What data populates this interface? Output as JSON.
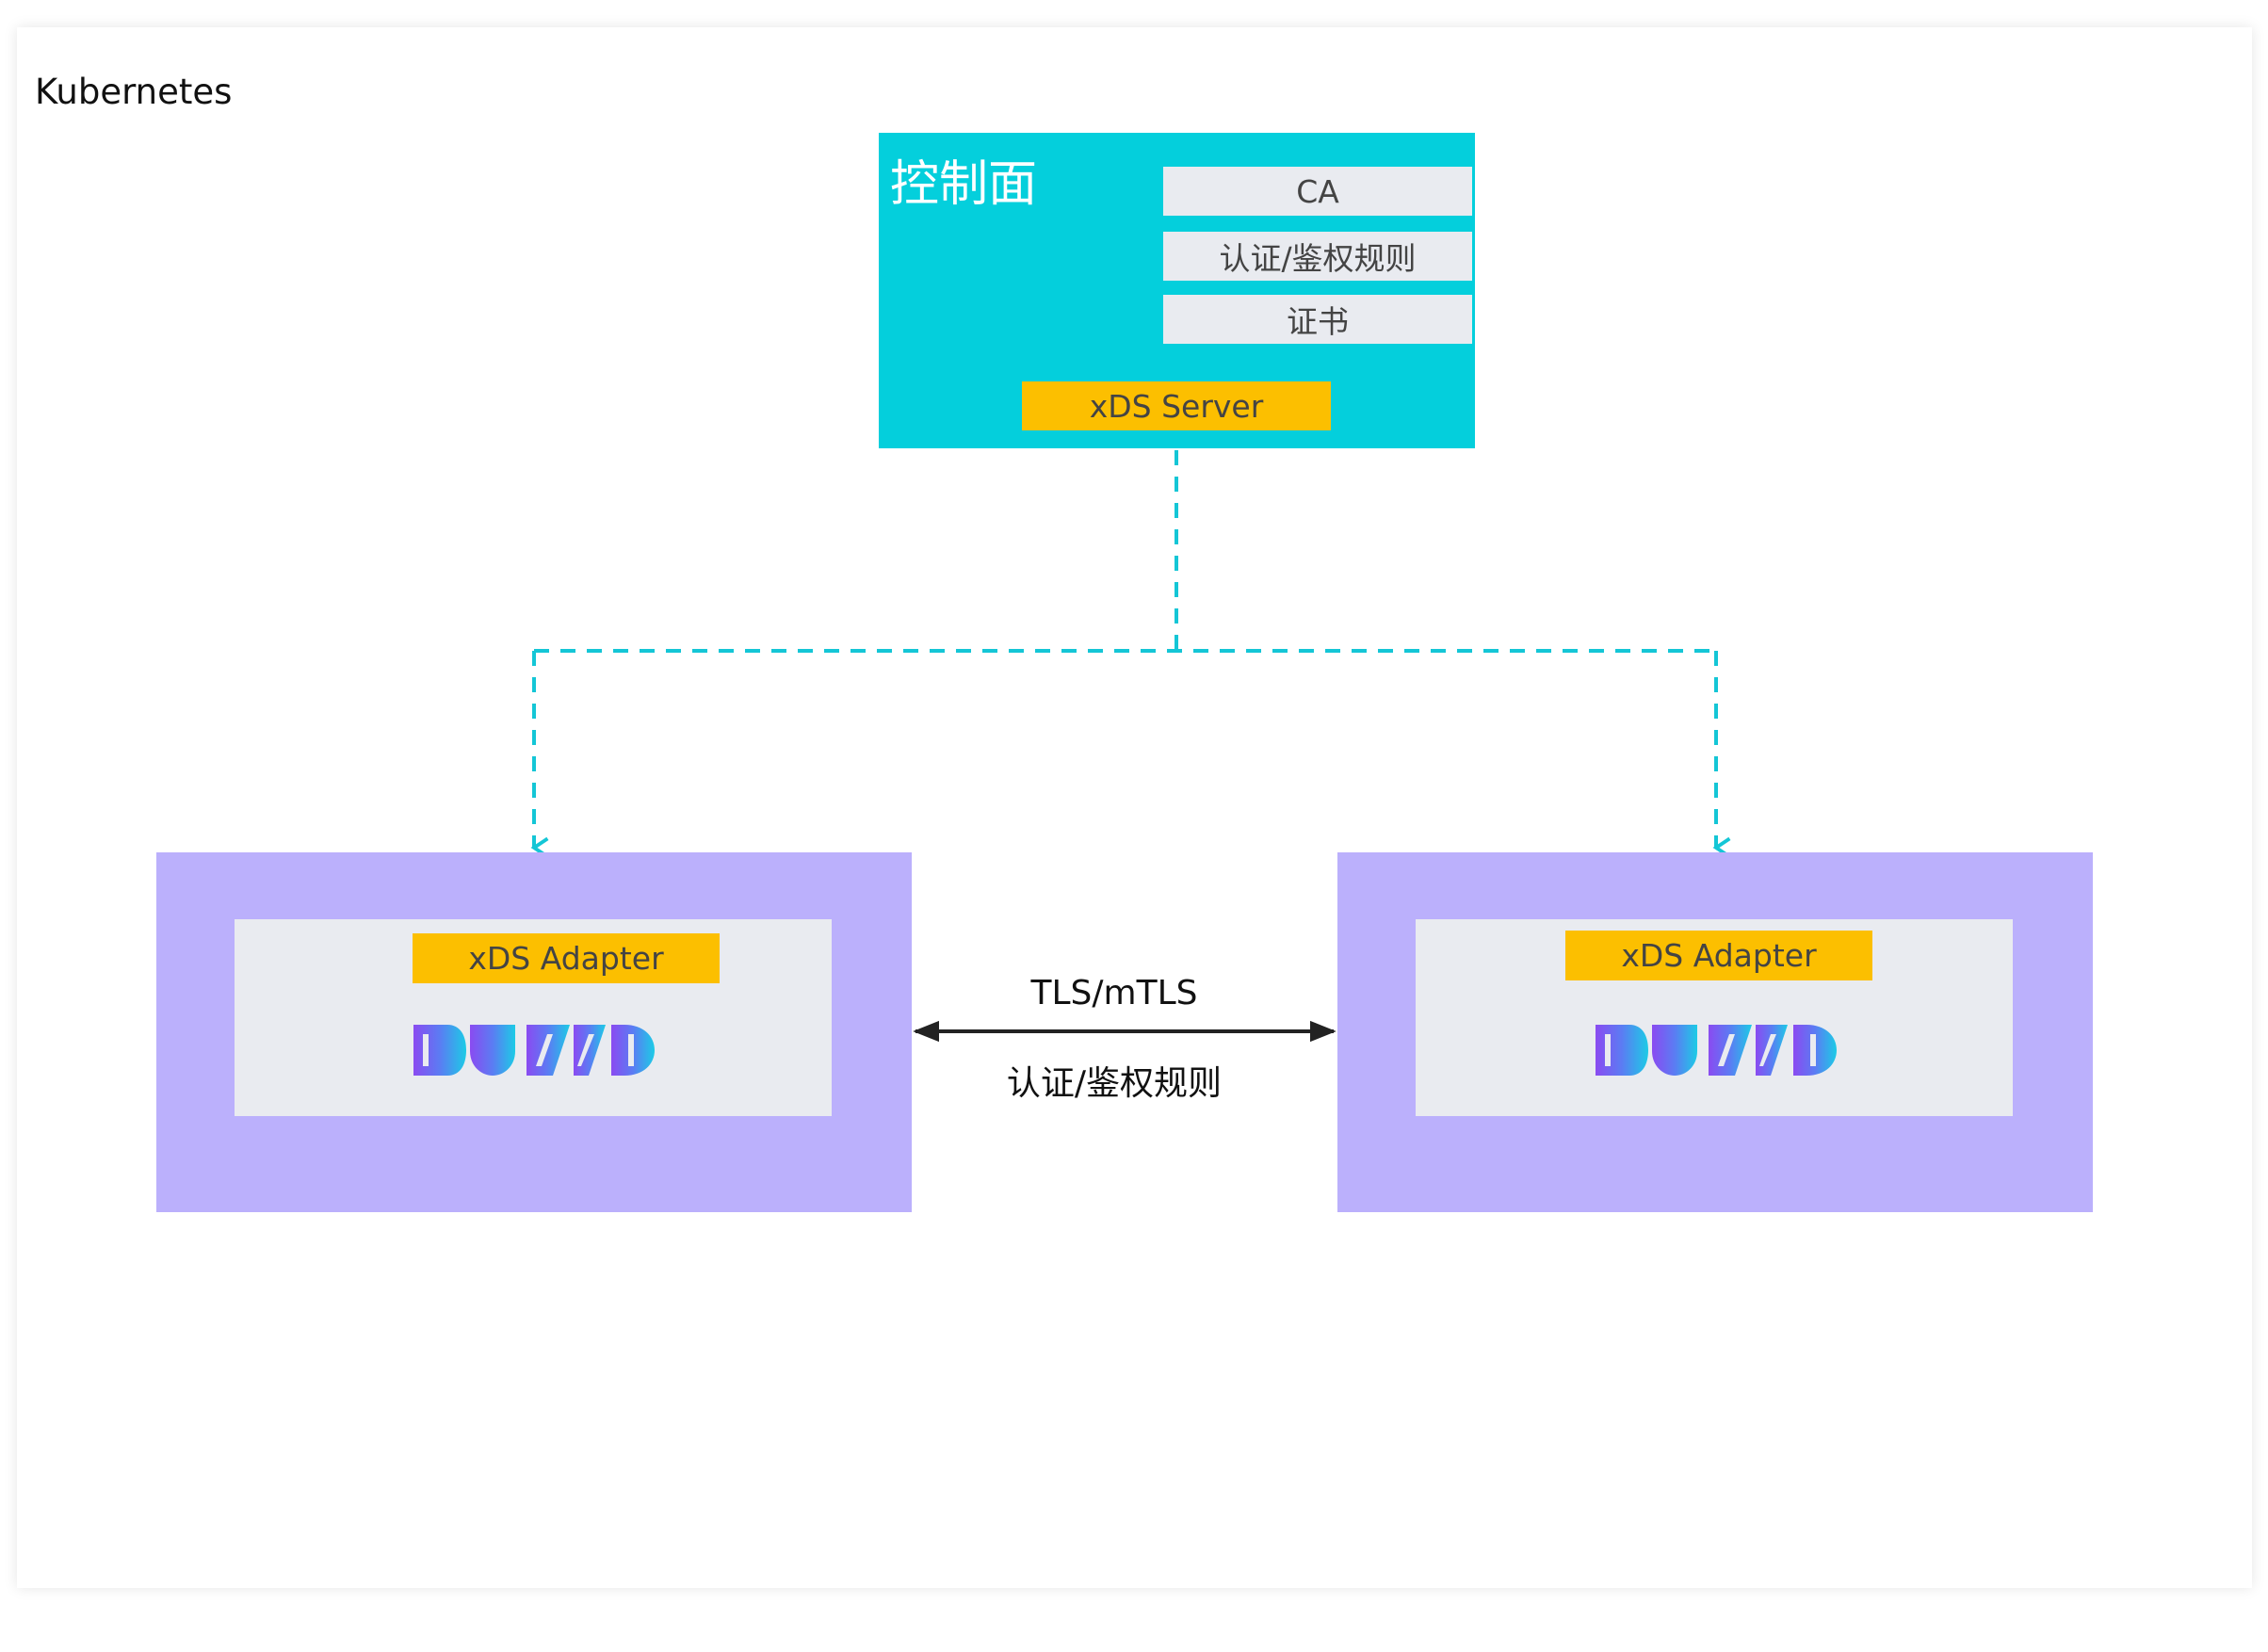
{
  "cluster": {
    "label": "Kubernetes"
  },
  "control_plane": {
    "title": "控制面",
    "items": [
      "CA",
      "认证/鉴权规则",
      "证书"
    ],
    "server_label": "xDS Server"
  },
  "nodes": [
    {
      "adapter_label": "xDS Adapter",
      "logo_icon": "dubbo-logo-icon"
    },
    {
      "adapter_label": "xDS Adapter",
      "logo_icon": "dubbo-logo-icon"
    }
  ],
  "link": {
    "protocol_label": "TLS/mTLS",
    "policy_label": "认证/鉴权规则"
  },
  "colors": {
    "control_plane": "#04cfdc",
    "server_box": "#fcbf00",
    "node_outer": "#bbb0fc",
    "inner_box": "#e9ebf0",
    "dashed_line": "#14c6d6",
    "logo_gradient": [
      "#8a4bf1",
      "#5b7cf3",
      "#1ccbe6"
    ]
  }
}
